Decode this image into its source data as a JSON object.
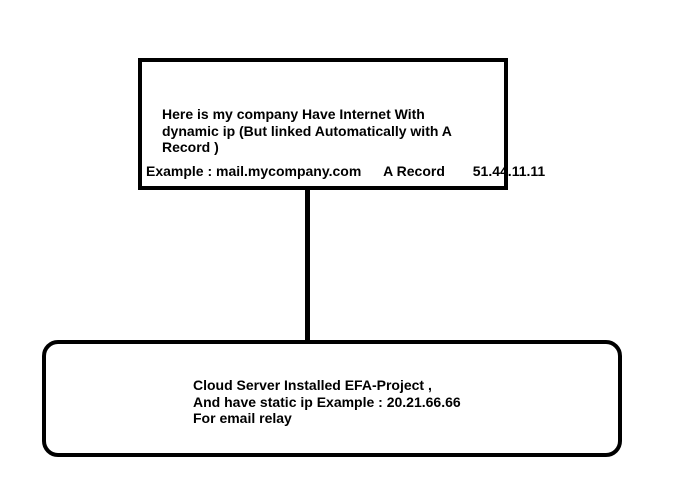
{
  "top_box": {
    "lines": [
      "Here is my company Have Internet With",
      "dynamic ip (But linked Automatically with A",
      "Record )"
    ],
    "example": {
      "label": "Example : mail.mycompany.com",
      "record_type": "A  Record",
      "ip": "51.44.11.11"
    }
  },
  "bottom_box": {
    "lines": [
      "Cloud Server Installed EFA-Project ,",
      "And have static ip   Example : 20.21.66.66",
      "For email relay"
    ]
  }
}
